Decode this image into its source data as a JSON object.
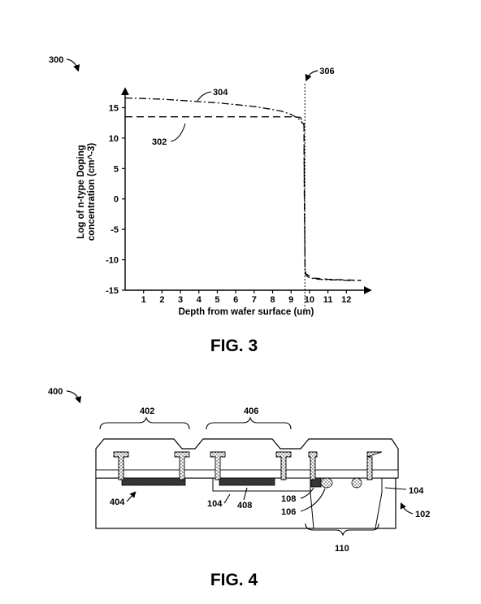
{
  "chart_data": {
    "type": "line",
    "figure_ref": "300",
    "caption": "FIG. 3",
    "xlabel": "Depth from wafer surface (um)",
    "ylabel_line1": "Log of n-type Doping",
    "ylabel_line2": "concentration (cm^-3)",
    "xlim": [
      0,
      13
    ],
    "ylim": [
      -15,
      18
    ],
    "x_ticks": [
      "1",
      "2",
      "3",
      "4",
      "5",
      "6",
      "7",
      "8",
      "9",
      "10",
      "11",
      "12"
    ],
    "y_ticks": [
      -15,
      -10,
      -5,
      0,
      5,
      10,
      15
    ],
    "series": [
      {
        "name": "304",
        "style": "dash-dot",
        "color": "#000000",
        "x": [
          0,
          1,
          2,
          3,
          4,
          5,
          6,
          7,
          8,
          8.5,
          9,
          9.4,
          9.7,
          9.72,
          9.76,
          9.8,
          10,
          10.5,
          11,
          11.5,
          12,
          12.8
        ],
        "y": [
          16.6,
          16.5,
          16.4,
          16.2,
          16.0,
          15.8,
          15.5,
          15.2,
          14.7,
          14.4,
          13.9,
          13.2,
          12.2,
          0,
          -12,
          -12.5,
          -13.0,
          -13.2,
          -13.3,
          -13.3,
          -13.4,
          -13.4
        ]
      },
      {
        "name": "302",
        "style": "dashed",
        "color": "#000000",
        "x": [
          0,
          2,
          4,
          6,
          8,
          9,
          9.5,
          9.7,
          9.72,
          9.76,
          9.8,
          10.2,
          11,
          12,
          12.8
        ],
        "y": [
          13.5,
          13.5,
          13.5,
          13.5,
          13.5,
          13.5,
          13.4,
          12.5,
          0,
          -11.5,
          -12.3,
          -13.0,
          -13.2,
          -13.3,
          -13.4
        ]
      }
    ],
    "reference_line": {
      "label": "306",
      "x": 9.75,
      "style": "dotted"
    },
    "callouts": {
      "s304": "304",
      "s302": "302",
      "line306": "306"
    }
  },
  "fig4": {
    "figure_ref": "400",
    "caption": "FIG. 4",
    "labels": {
      "l402": "402",
      "l406": "406",
      "l404": "404",
      "l104a": "104",
      "l408": "408",
      "l108": "108",
      "l106": "106",
      "l104b": "104",
      "l102": "102",
      "l110": "110"
    }
  }
}
